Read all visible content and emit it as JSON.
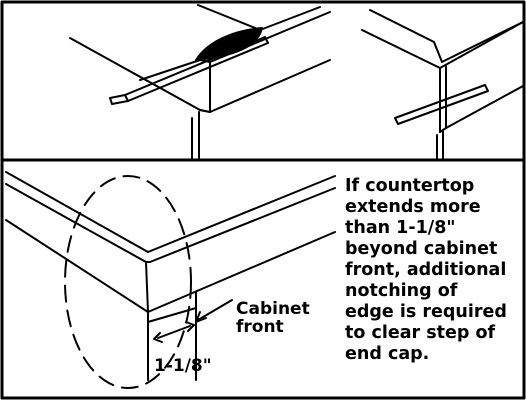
{
  "callout": {
    "lines": [
      "If countertop",
      "extends more",
      "than 1-1/8\"",
      "beyond cabinet",
      "front, additional",
      "notching of",
      "edge is required",
      "to clear step of",
      "end cap."
    ]
  },
  "labels": {
    "cabinet_front": [
      "Cabinet",
      "front"
    ],
    "dimension": "1-1/8\""
  }
}
